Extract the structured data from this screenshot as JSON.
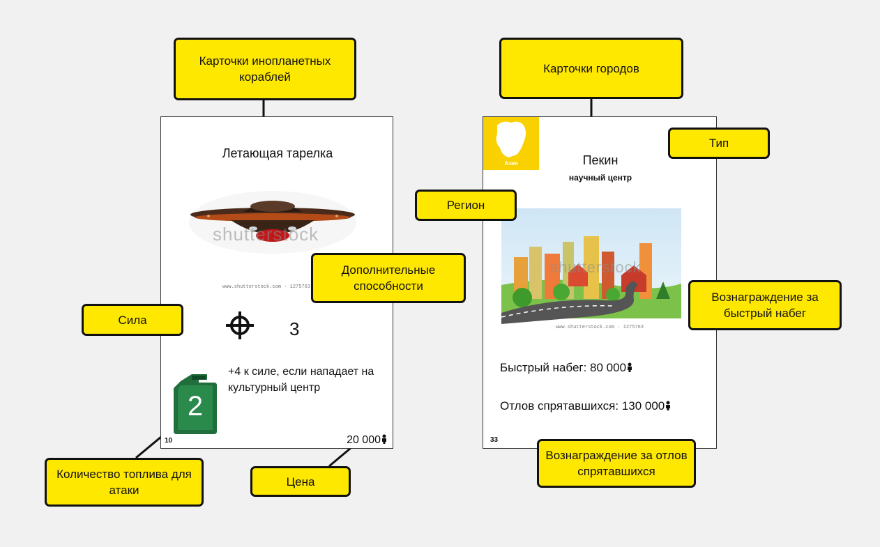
{
  "colors": {
    "callout_fill": "#ffe800",
    "callout_border": "#111111",
    "region_badge": "#f9d000",
    "fuel_can": "#1f6e3c"
  },
  "alien_card": {
    "title": "Летающая тарелка",
    "strength_value": "3",
    "ability_text": "+4 к силе, если нападает на культурный центр",
    "fuel_value": "2",
    "card_number": "10",
    "price": "20 000",
    "watermark": "shutterstock",
    "image_url_line": "www.shutterstock.com · 1275763"
  },
  "city_card": {
    "city_name": "Пекин",
    "city_type": "научный центр",
    "region_badge_text": "Азия",
    "raid_label": "Быстрый набег: 80 000",
    "hunt_label": "Отлов спрятавшихся: 130 000",
    "card_number": "33",
    "watermark": "shutterstock",
    "image_url_line": "www.shutterstock.com · 1275763"
  },
  "callouts": {
    "alien_cards": "Карточки инопланетных кораблей",
    "city_cards": "Карточки городов",
    "strength": "Сила",
    "extra_abilities": "Дополнительные способности",
    "fuel_amount": "Количество топлива для атаки",
    "price": "Цена",
    "type": "Тип",
    "region": "Регион",
    "raid_reward": "Вознаграждение за быстрый набег",
    "hunt_reward": "Вознаграждение за отлов спрятавшихся"
  },
  "icons": {
    "strength": "crosshair-icon",
    "fuel": "fuel-can-icon",
    "currency": "person-icon",
    "region": "asia-map-icon"
  }
}
